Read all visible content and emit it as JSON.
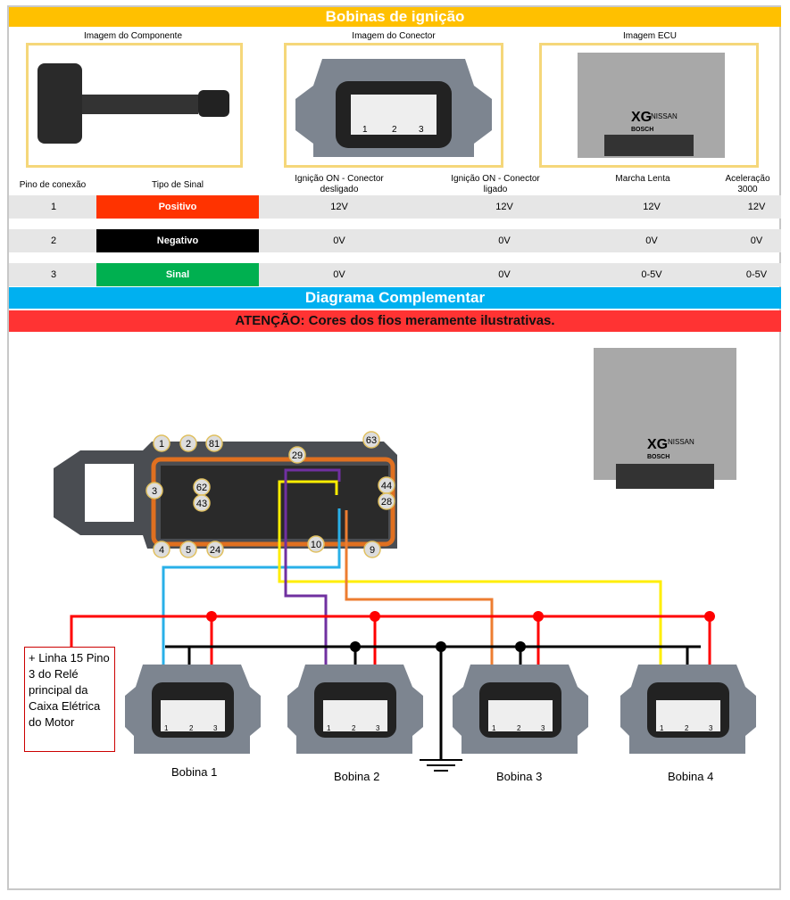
{
  "title": "Bobinas de ignição",
  "captions": [
    "Imagem do Componente",
    "Imagem do Conector",
    "Imagem ECU"
  ],
  "connector_pins": [
    "1",
    "2",
    "3"
  ],
  "ecu_brand": "NISSAN",
  "ecu_label": "XG",
  "ecu_maker": "BOSCH",
  "table": {
    "headers": [
      "Pino de conexão",
      "Tipo de Sinal",
      "Ignição ON - Conector desligado",
      "Ignição ON - Conector ligado",
      "Marcha Lenta",
      "Aceleração 3000"
    ],
    "rows": [
      {
        "pin": "1",
        "signal": "Positivo",
        "color": "#ff3300",
        "v1": "12V",
        "v2": "12V",
        "v3": "12V",
        "v4": "12V"
      },
      {
        "pin": "2",
        "signal": "Negativo",
        "color": "#000000",
        "v1": "0V",
        "v2": "0V",
        "v3": "0V",
        "v4": "0V"
      },
      {
        "pin": "3",
        "signal": "Sinal",
        "color": "#00b050",
        "v1": "0V",
        "v2": "0V",
        "v3": "0-5V",
        "v4": "0-5V"
      }
    ]
  },
  "diagram_title": "Diagrama Complementar",
  "warning": "ATENÇÃO: Cores dos fios meramente ilustrativas.",
  "ecu_pin_labels": [
    "1",
    "2",
    "81",
    "63",
    "29",
    "3",
    "62",
    "43",
    "44",
    "28",
    "4",
    "5",
    "24",
    "10",
    "9"
  ],
  "note": "+ Linha 15 Pino 3 do Relé principal da Caixa Elétrica do Motor",
  "coils": [
    "Bobina 1",
    "Bobina 2",
    "Bobina 3",
    "Bobina 4"
  ],
  "colors": {
    "title_bar": "#ffc000",
    "diagram_bar": "#00b0f0",
    "warning_bar": "#ff3333"
  }
}
